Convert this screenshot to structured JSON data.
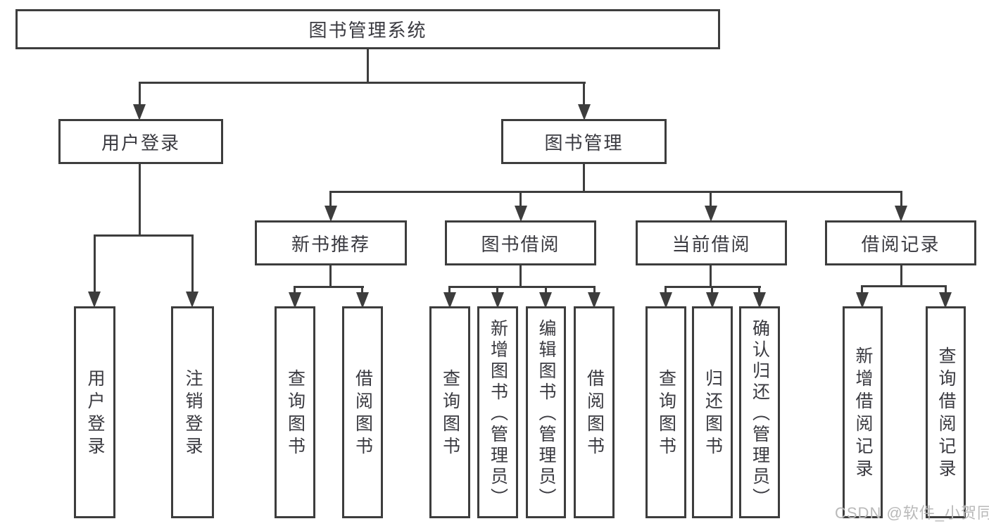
{
  "diagram": {
    "type": "tree",
    "root": {
      "label": "图书管理系统"
    },
    "level2": {
      "user_login": {
        "label": "用户登录",
        "parent": "图书管理系统"
      },
      "book_management": {
        "label": "图书管理",
        "parent": "图书管理系统"
      }
    },
    "level3": {
      "new_book_recommend": {
        "label": "新书推荐",
        "parent": "图书管理"
      },
      "book_borrowing": {
        "label": "图书借阅",
        "parent": "图书管理"
      },
      "current_borrowing": {
        "label": "当前借阅",
        "parent": "图书管理"
      },
      "borrowing_records": {
        "label": "借阅记录",
        "parent": "图书管理"
      }
    },
    "leaves": {
      "user_login_action": {
        "label": "用户登录",
        "parent": "用户登录"
      },
      "logout_action": {
        "label": "注销登录",
        "parent": "用户登录"
      },
      "recommend_query_books": {
        "label": "查询图书",
        "parent": "新书推荐"
      },
      "recommend_borrow_books": {
        "label": "借阅图书",
        "parent": "新书推荐"
      },
      "borrowing_query_books": {
        "label": "查询图书",
        "parent": "图书借阅"
      },
      "borrowing_add_books": {
        "label": "新增图书（管理员）",
        "parent": "图书借阅"
      },
      "borrowing_edit_books": {
        "label": "编辑图书（管理员）",
        "parent": "图书借阅"
      },
      "borrowing_borrow_books": {
        "label": "借阅图书",
        "parent": "图书借阅"
      },
      "current_query_books": {
        "label": "查询图书",
        "parent": "当前借阅"
      },
      "current_return_books": {
        "label": "归还图书",
        "parent": "当前借阅"
      },
      "current_confirm_return": {
        "label": "确认归还（管理员）",
        "parent": "当前借阅"
      },
      "records_add_record": {
        "label": "新增借阅记录",
        "parent": "借阅记录"
      },
      "records_query_record": {
        "label": "查询借阅记录",
        "parent": "借阅记录"
      }
    }
  },
  "watermark": {
    "text": "CSDN @软件_小贺同学"
  },
  "colors": {
    "line": "#3d3d3d",
    "text": "#3a3a40",
    "background": "#ffffff",
    "watermark": "#b9b9b9"
  }
}
